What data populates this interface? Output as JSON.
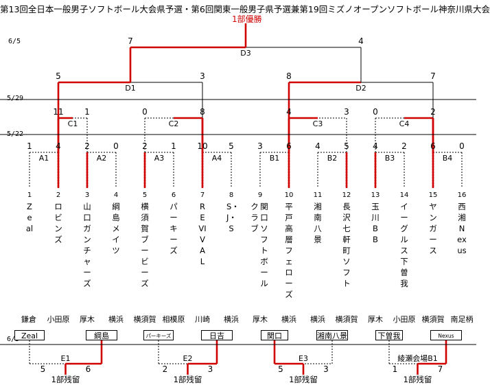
{
  "title": "第13回全日本一般男子ソフトボール大会県予選・第6回関東一般男子県予選兼第19回ミズノオープンソフトボール神奈川県大会",
  "champion_label": "1部優勝",
  "dates": {
    "final": "6/5",
    "semi": "5/29",
    "first": "5/22",
    "lower": "6/5"
  },
  "final": {
    "label": "D3",
    "left_score": "7",
    "right_score": "4"
  },
  "semis": [
    {
      "label": "D1",
      "left_score": "5",
      "right_score": "3"
    },
    {
      "label": "D2",
      "left_score": "8",
      "right_score": "7"
    }
  ],
  "quarters": [
    {
      "label": "C1",
      "left_score": "11",
      "right_score": "1"
    },
    {
      "label": "C2",
      "left_score": "0",
      "right_score": "8"
    },
    {
      "label": "C3",
      "left_score": "4",
      "right_score": "3"
    },
    {
      "label": "C4",
      "left_score": "0",
      "right_score": "2"
    }
  ],
  "first_round": [
    {
      "label": "A1",
      "left_score": "1",
      "right_score": "4"
    },
    {
      "label": "A2",
      "left_score": "2",
      "right_score": "0"
    },
    {
      "label": "A3",
      "left_score": "2",
      "right_score": "1"
    },
    {
      "label": "A4",
      "left_score": "10",
      "right_score": "5"
    },
    {
      "label": "B1",
      "left_score": "3",
      "right_score": "6"
    },
    {
      "label": "B2",
      "left_score": "4",
      "right_score": "5"
    },
    {
      "label": "B3",
      "left_score": "4",
      "right_score": "2"
    },
    {
      "label": "B4",
      "left_score": "6",
      "right_score": "0"
    }
  ],
  "teams": [
    {
      "seed": "1",
      "name": "Zeal"
    },
    {
      "seed": "2",
      "name": "ロビンズ"
    },
    {
      "seed": "3",
      "name": "山口ガンチャーズ"
    },
    {
      "seed": "4",
      "name": "綱島メイツ"
    },
    {
      "seed": "5",
      "name": "横須賀ブービーズ"
    },
    {
      "seed": "6",
      "name": "パーキーズ"
    },
    {
      "seed": "7",
      "name": "REVIVAL"
    },
    {
      "seed": "8",
      "name": "S・J・S"
    },
    {
      "seed": "9",
      "name": "クラブ"
    },
    {
      "seed": "10",
      "name": "平戸高層フェローズ"
    },
    {
      "seed": "11",
      "name": "湘南八景"
    },
    {
      "seed": "12",
      "name": "長沢七軒町ソフト"
    },
    {
      "seed": "13",
      "name": "玉川BB"
    },
    {
      "seed": "14",
      "name": "イーグルス下曽我"
    },
    {
      "seed": "15",
      "name": "ヤンガース"
    },
    {
      "seed": "16",
      "name": "西湘　Nexus"
    }
  ],
  "team9_prefix": "関口ソフトボール",
  "lower_matches": [
    {
      "label": "E1",
      "left_city": "鎌倉",
      "left_city2": "小田原",
      "right_city": "厚木",
      "right_city2": "横浜",
      "left_team": "Zeal",
      "right_team": "綱島",
      "left_score": "5",
      "right_score": "6",
      "result": "1部残留"
    },
    {
      "label": "E2",
      "left_city": "横須賀",
      "left_city2": "相模原",
      "right_city": "川崎",
      "right_city2": "横浜",
      "left_team": "パーキーズ",
      "right_team": "日吉",
      "left_score": "2",
      "right_score": "3",
      "result": "1部残留"
    },
    {
      "label": "E3",
      "left_city": "厚木",
      "left_city2": "横浜",
      "right_city": "横浜",
      "right_city2": "横須賀",
      "left_team": "関口",
      "right_team": "湘南八景",
      "left_score": "5",
      "right_score": "3",
      "result": "1部残留"
    },
    {
      "label": "綾瀬会場B1",
      "left_city": "厚木",
      "left_city2": "小田原",
      "right_city": "横須賀",
      "right_city2": "南足柄",
      "left_team": "下曽我",
      "right_team": "Nexus",
      "left_score": "1",
      "right_score": "7",
      "result": "1部残留"
    }
  ],
  "colors": {
    "winner_line": "#d00000",
    "loser_line": "#000000",
    "champion_text": "#d00000"
  }
}
